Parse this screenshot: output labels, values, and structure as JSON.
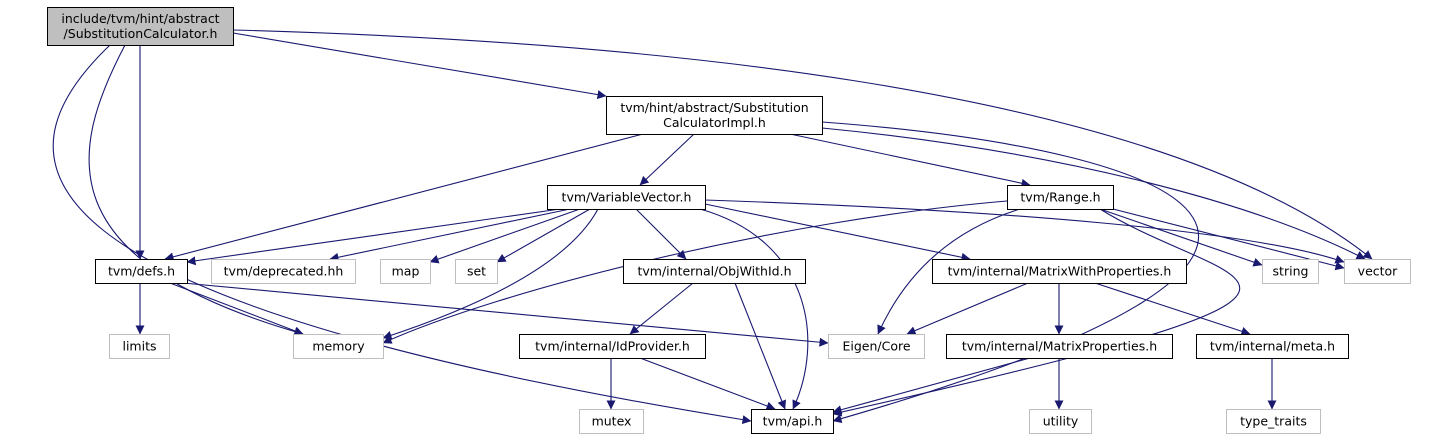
{
  "colors": {
    "edge": "#191970",
    "node_border": "#000000",
    "system_border": "#bfbfbf",
    "system_text": "#000000",
    "root_fill": "#bfbfbf",
    "node_fill": "#ffffff"
  },
  "nodes": [
    {
      "id": "root",
      "lines": [
        "include/tvm/hint/abstract",
        "/SubstitutionCalculator.h"
      ],
      "kind": "root"
    },
    {
      "id": "impl",
      "lines": [
        "tvm/hint/abstract/Substitution",
        "CalculatorImpl.h"
      ],
      "kind": "local"
    },
    {
      "id": "vvec",
      "lines": [
        "tvm/VariableVector.h"
      ],
      "kind": "local"
    },
    {
      "id": "range",
      "lines": [
        "tvm/Range.h"
      ],
      "kind": "local"
    },
    {
      "id": "defs",
      "lines": [
        "tvm/defs.h"
      ],
      "kind": "local"
    },
    {
      "id": "depr",
      "lines": [
        "tvm/deprecated.hh"
      ],
      "kind": "system"
    },
    {
      "id": "map",
      "lines": [
        "map"
      ],
      "kind": "system"
    },
    {
      "id": "set",
      "lines": [
        "set"
      ],
      "kind": "system"
    },
    {
      "id": "objid",
      "lines": [
        "tvm/internal/ObjWithId.h"
      ],
      "kind": "local"
    },
    {
      "id": "mwp",
      "lines": [
        "tvm/internal/MatrixWithProperties.h"
      ],
      "kind": "local"
    },
    {
      "id": "string",
      "lines": [
        "string"
      ],
      "kind": "system"
    },
    {
      "id": "vector",
      "lines": [
        "vector"
      ],
      "kind": "system"
    },
    {
      "id": "limits",
      "lines": [
        "limits"
      ],
      "kind": "system"
    },
    {
      "id": "memory",
      "lines": [
        "memory"
      ],
      "kind": "system"
    },
    {
      "id": "idprov",
      "lines": [
        "tvm/internal/IdProvider.h"
      ],
      "kind": "local"
    },
    {
      "id": "eigen",
      "lines": [
        "Eigen/Core"
      ],
      "kind": "system"
    },
    {
      "id": "mprop",
      "lines": [
        "tvm/internal/MatrixProperties.h"
      ],
      "kind": "local"
    },
    {
      "id": "meta",
      "lines": [
        "tvm/internal/meta.h"
      ],
      "kind": "local"
    },
    {
      "id": "mutex",
      "lines": [
        "mutex"
      ],
      "kind": "system"
    },
    {
      "id": "api",
      "lines": [
        "tvm/api.h"
      ],
      "kind": "local"
    },
    {
      "id": "utility",
      "lines": [
        "utility"
      ],
      "kind": "system"
    },
    {
      "id": "ttraits",
      "lines": [
        "type_traits"
      ],
      "kind": "system"
    }
  ],
  "edges": [
    [
      "root",
      "impl"
    ],
    [
      "root",
      "defs"
    ],
    [
      "root",
      "memory"
    ],
    [
      "root",
      "api"
    ],
    [
      "root",
      "vector"
    ],
    [
      "impl",
      "vvec"
    ],
    [
      "impl",
      "range"
    ],
    [
      "impl",
      "defs"
    ],
    [
      "impl",
      "vector"
    ],
    [
      "impl",
      "api"
    ],
    [
      "vvec",
      "defs"
    ],
    [
      "vvec",
      "depr"
    ],
    [
      "vvec",
      "map"
    ],
    [
      "vvec",
      "set"
    ],
    [
      "vvec",
      "memory"
    ],
    [
      "vvec",
      "objid"
    ],
    [
      "vvec",
      "mwp"
    ],
    [
      "vvec",
      "api"
    ],
    [
      "vvec",
      "vector"
    ],
    [
      "range",
      "memory"
    ],
    [
      "range",
      "eigen"
    ],
    [
      "range",
      "string"
    ],
    [
      "range",
      "vector"
    ],
    [
      "range",
      "api"
    ],
    [
      "defs",
      "limits"
    ],
    [
      "defs",
      "memory"
    ],
    [
      "defs",
      "eigen"
    ],
    [
      "objid",
      "idprov"
    ],
    [
      "objid",
      "api"
    ],
    [
      "mwp",
      "eigen"
    ],
    [
      "mwp",
      "mprop"
    ],
    [
      "mwp",
      "meta"
    ],
    [
      "idprov",
      "mutex"
    ],
    [
      "idprov",
      "api"
    ],
    [
      "mprop",
      "utility"
    ],
    [
      "mprop",
      "api"
    ],
    [
      "meta",
      "ttraits"
    ]
  ]
}
